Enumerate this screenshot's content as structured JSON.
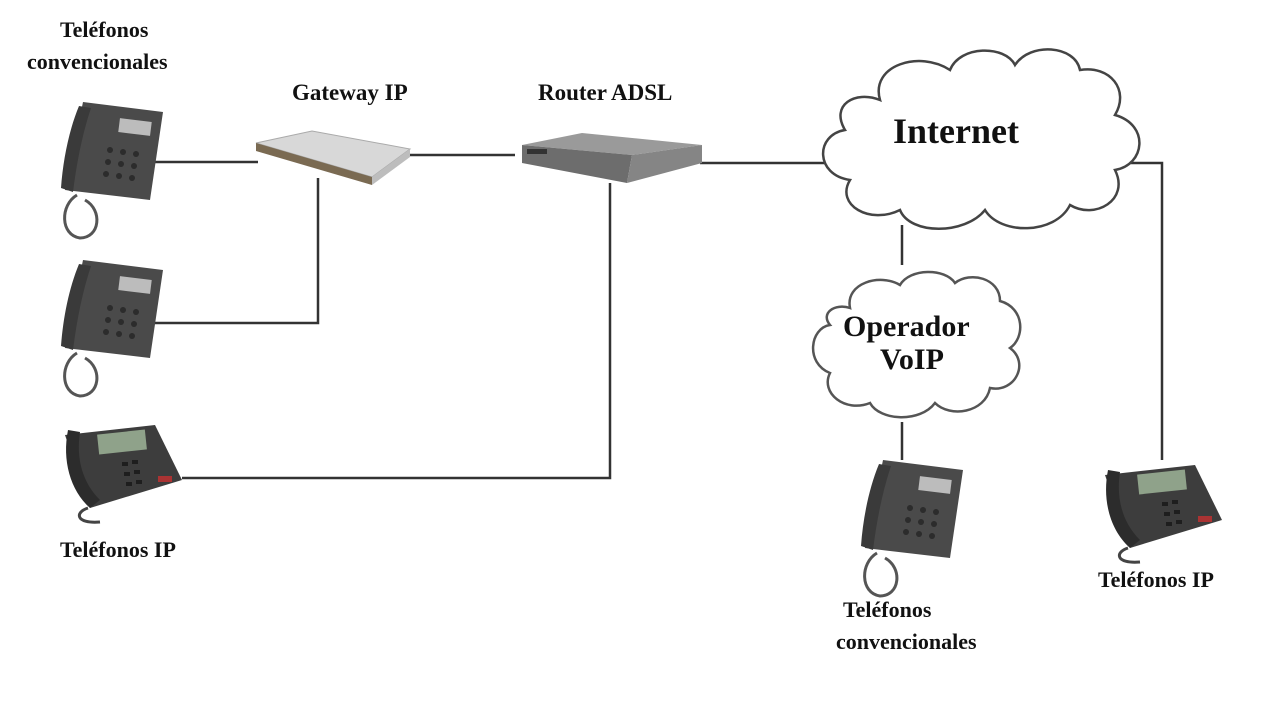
{
  "diagram": {
    "labels": {
      "conv_phones_left_1": "Teléfonos",
      "conv_phones_left_2": "convencionales",
      "gateway": "Gateway IP",
      "router": "Router ADSL",
      "internet": "Internet",
      "operator_1": "Operador",
      "operator_2": "VoIP",
      "ip_phones_left": "Teléfonos IP",
      "conv_phones_right_1": "Teléfonos",
      "conv_phones_right_2": "convencionales",
      "ip_phones_right": "Teléfonos IP"
    },
    "nodes": [
      {
        "id": "conv-phone-1",
        "type": "conventional-phone"
      },
      {
        "id": "conv-phone-2",
        "type": "conventional-phone"
      },
      {
        "id": "ip-phone-1",
        "type": "ip-phone"
      },
      {
        "id": "gateway-ip",
        "type": "gateway"
      },
      {
        "id": "router-adsl",
        "type": "router"
      },
      {
        "id": "internet",
        "type": "cloud"
      },
      {
        "id": "operador-voip",
        "type": "cloud"
      },
      {
        "id": "conv-phone-3",
        "type": "conventional-phone"
      },
      {
        "id": "ip-phone-2",
        "type": "ip-phone"
      }
    ],
    "edges": [
      [
        "conv-phone-1",
        "gateway-ip"
      ],
      [
        "conv-phone-2",
        "gateway-ip"
      ],
      [
        "gateway-ip",
        "router-adsl"
      ],
      [
        "ip-phone-1",
        "router-adsl"
      ],
      [
        "router-adsl",
        "internet"
      ],
      [
        "internet",
        "operador-voip"
      ],
      [
        "operador-voip",
        "conv-phone-3"
      ],
      [
        "internet",
        "ip-phone-2"
      ]
    ]
  }
}
